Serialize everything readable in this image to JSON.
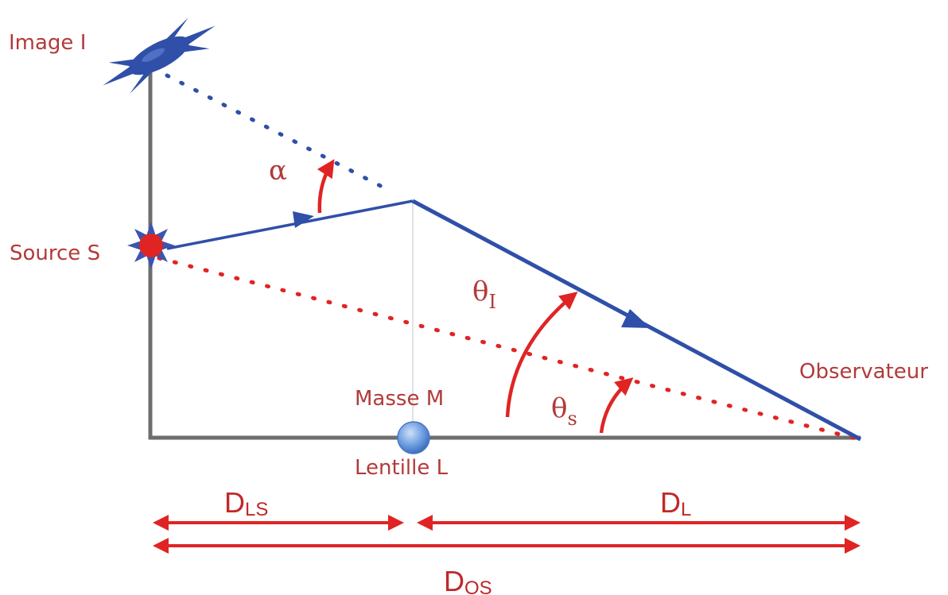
{
  "labels": {
    "image": "Image I",
    "source": "Source S",
    "observer": "Observateur",
    "mass": "Masse M",
    "lens": "Lentille L"
  },
  "angles": {
    "alpha": "α",
    "theta_i": {
      "symbol": "θ",
      "sub": "I"
    },
    "theta_s": {
      "symbol": "θ",
      "sub": "s"
    }
  },
  "distances": {
    "d_ls": {
      "main": "D",
      "sub": "LS"
    },
    "d_l": {
      "main": "D",
      "sub": "L"
    },
    "d_os": {
      "main": "D",
      "sub": "OS"
    }
  },
  "colors": {
    "ray_blue": "#2f4fa8",
    "red": "#e02424",
    "label_red": "#b33a3a",
    "axis_gray": "#6e6e6e",
    "lens_blue": "#6f9fe0"
  }
}
